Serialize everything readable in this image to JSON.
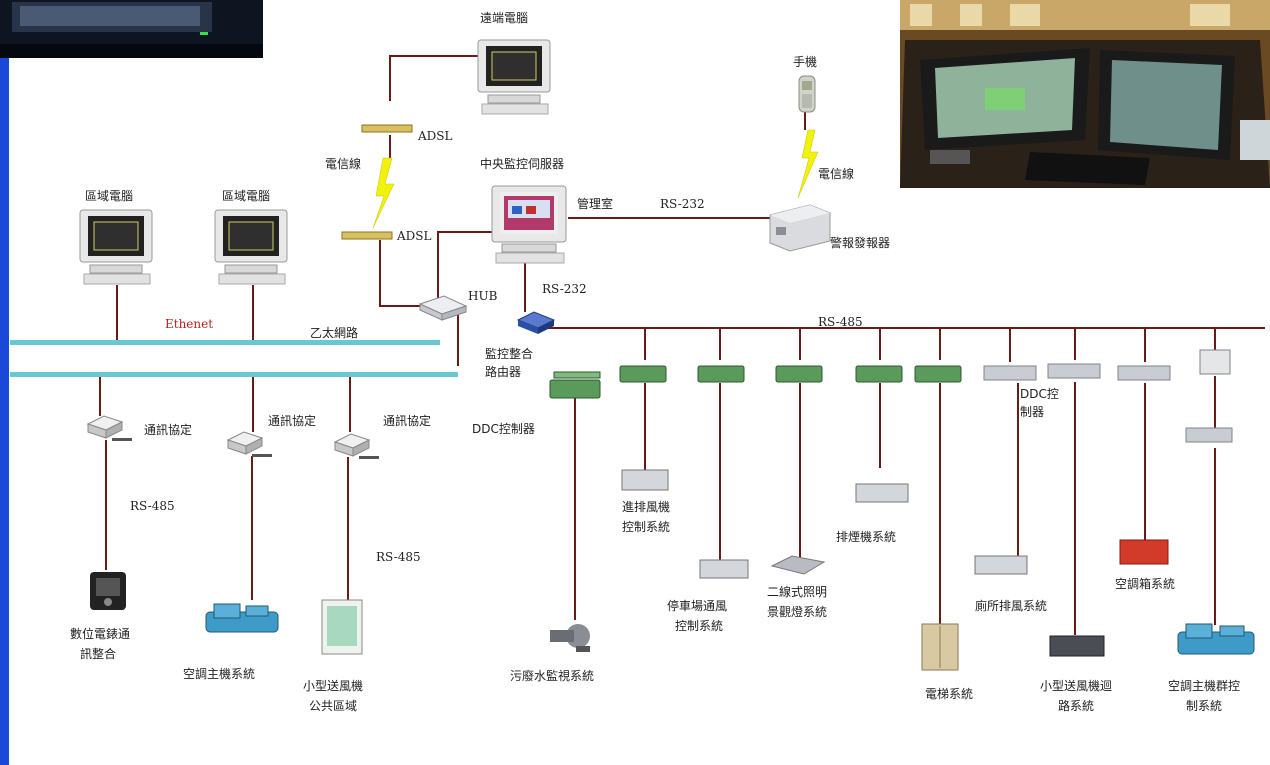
{
  "colors": {
    "slide_bar": "#1a48d8",
    "wire": "#6b1a1a",
    "ethernet_bus": "#69c7cf",
    "lightning": "#f1f10a",
    "node_green": "#5a9a5a",
    "node_gray": "#c9ccd2",
    "router_blue": "#2a4fa6",
    "red_box": "#d23a2a",
    "chiller_blue": "#3e9bc7"
  },
  "nodes": {
    "remote_pc": "遠端電腦",
    "mobile_phone": "手機",
    "adsl_top": "ADSL",
    "telecom_line_left": "電信線",
    "telecom_line_right": "電信線",
    "central_server": "中央監控伺服器",
    "management_room": "管理室",
    "rs232_right": "RS-232",
    "alarm_dialer": "警報發報器",
    "local_pc_1": "區域電腦",
    "local_pc_2": "區域電腦",
    "adsl_mid": "ADSL",
    "hub": "HUB",
    "rs232_down": "RS-232",
    "ethernet_en": "Ethenet",
    "ethernet_zh": "乙太網路",
    "rs485_top": "RS-485",
    "router_line1": "監控整合",
    "router_line2": "路由器",
    "gateway_1": "通訊協定",
    "gateway_2": "通訊協定",
    "gateway_3": "通訊協定",
    "ddc_controller": "DDC控制器",
    "ddc_right_line1": "DDC控",
    "ddc_right_line2": "制器",
    "rs485_left": "RS-485",
    "rs485_mid": "RS-485",
    "exhaust_fan_line1": "進排風機",
    "exhaust_fan_line2": "控制系統",
    "smoke_exhaust": "排煙機系統",
    "parking_vent_line1": "停車場通風",
    "parking_vent_line2": "控制系統",
    "lighting_line1": "二線式照明",
    "lighting_line2": "景觀燈系統",
    "restroom_exhaust": "廁所排風系統",
    "ahu_system": "空調箱系統",
    "meter_line1": "數位電錶通",
    "meter_line2": "訊整合",
    "chiller": "空調主機系統",
    "small_fan_public_line1": "小型送風機",
    "small_fan_public_line2": "公共區域",
    "sewage": "污廢水監視系統",
    "elevator": "電梯系統",
    "small_fan_loop_line1": "小型送風機迴",
    "small_fan_loop_line2": "路系統",
    "chiller_group_line1": "空調主機群控",
    "chiller_group_line2": "制系統"
  }
}
